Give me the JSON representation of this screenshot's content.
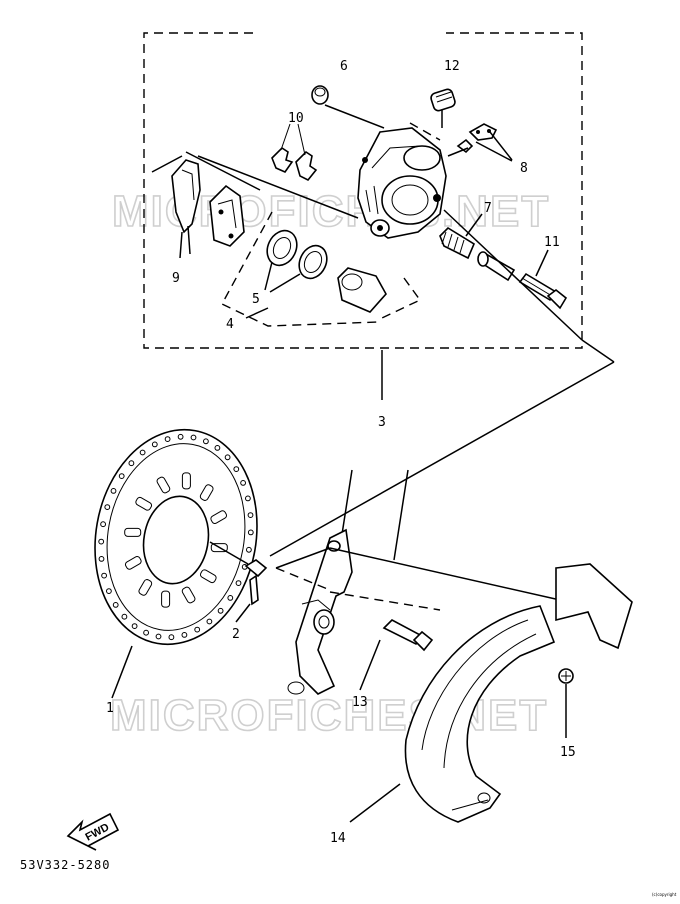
{
  "diagram": {
    "watermark": "MICROFICHES.NET",
    "part_code": "53V332-5280",
    "direction_label": "FWD",
    "callouts": [
      "1",
      "2",
      "3",
      "4",
      "5",
      "6",
      "7",
      "8",
      "9",
      "10",
      "11",
      "12",
      "13",
      "14",
      "15"
    ],
    "mark": "(c)copyright"
  }
}
